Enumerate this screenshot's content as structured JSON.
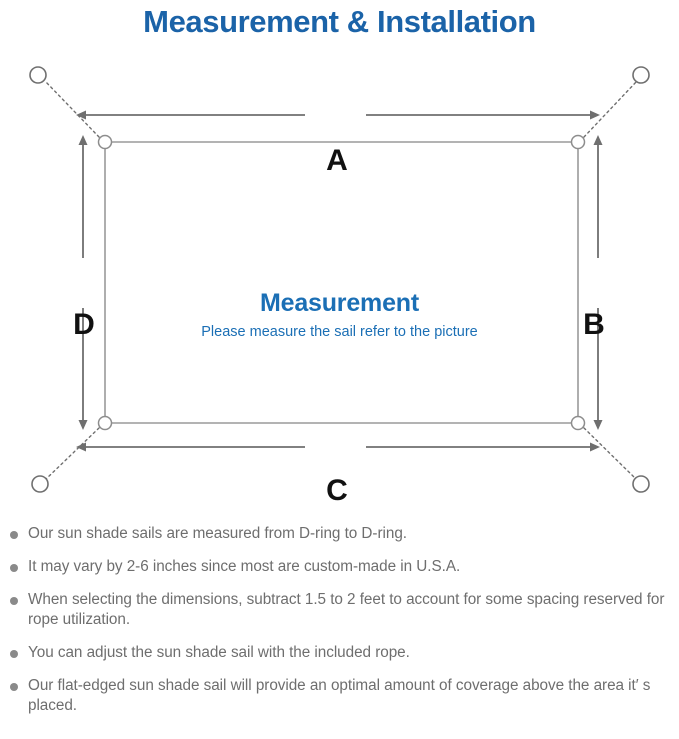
{
  "title": "Measurement & Installation",
  "colors": {
    "title_blue": "#1b63a8",
    "center_blue": "#1b6fb5",
    "note_gray": "#6e6e6e",
    "line_gray": "#808080",
    "sail_outline": "#9a9a9a",
    "label_black": "#111111"
  },
  "diagram": {
    "center_heading": "Measurement",
    "center_subtext": "Please measure the sail refer to the picture",
    "dimension_labels": {
      "top": "A",
      "right": "B",
      "bottom": "C",
      "left": "D"
    },
    "icon_names": {
      "anchor_point": "anchor-ring-icon",
      "corner_ring": "d-ring-icon",
      "rope": "dotted-rope-line",
      "dimension": "dimension-arrow-line"
    }
  },
  "notes": [
    "Our sun shade sails are measured from D-ring to D-ring.",
    "It may vary by 2-6 inches since most are custom-made in U.S.A.",
    "When selecting the dimensions, subtract 1.5 to 2 feet to account for some spacing reserved for rope utilization.",
    "You can adjust the sun shade sail with the included rope.",
    "Our flat-edged sun shade sail will provide an optimal amount of coverage above the area it′ s placed."
  ]
}
